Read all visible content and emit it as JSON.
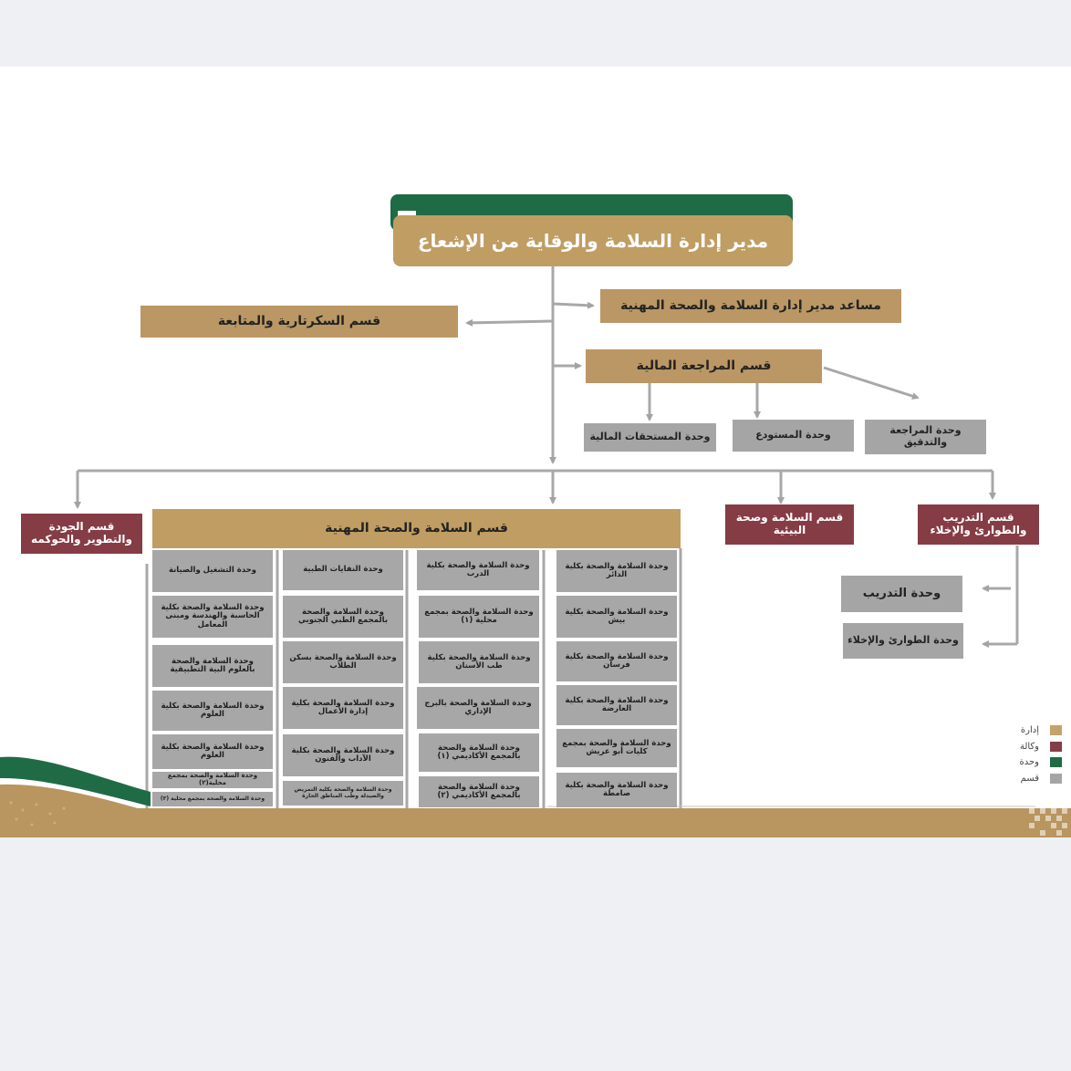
{
  "director": {
    "title": "مدير إدارة السلامة والوقاية من الإشعاع"
  },
  "assistant": {
    "title": "مساعد مدير إدارة السلامة والصحة المهنية"
  },
  "secretariat": {
    "title": "قسم السكرتارية والمتابعة"
  },
  "finance": {
    "title": "قسم المراجعة المالية",
    "units": [
      "وحدة المستحقات المالية",
      "وحدة المستودع",
      "وحدة المراجعة والتدقيق"
    ]
  },
  "quality": {
    "title": "قسم الجودة والتطوير والحوكمه"
  },
  "env_safety": {
    "title": "قسم السلامة وصحة البيئية"
  },
  "training": {
    "title": "قسم التدريب والطوارئ والإخلاء",
    "units": [
      "وحدة التدريب",
      "وحدة الطوارئ والإخلاء"
    ]
  },
  "ohs": {
    "title": "قسم السلامة والصحة المهنية",
    "columns": [
      [
        "وحدة السلامة والصحة بكلية الدائر",
        "وحدة السلامة والصحة بكلية بيش",
        "وحدة السلامة والصحة بكلية فرسان",
        "وحدة السلامة والصحة بكلية العارضة",
        "وحدة السلامة والصحة بمجمع كليات أبو عريش",
        "وحدة السلامة والصحة بكلية صامطة"
      ],
      [
        "وحدة السلامة والصحة بكلية الدرب",
        "وحدة السلامة والصحة بمجمع محلية (١)",
        "وحدة السلامة والصحة بكلية طب الأسنان",
        "وحدة السلامة والصحة بالبرج الإداري",
        "وحدة السلامة والصحة بالمجمع الأكاديمي (١)",
        "وحدة السلامة والصحة بالمجمع الأكاديمي (٢)"
      ],
      [
        "وحدة النفايات الطبية",
        "وحدة السلامة والصحة بالمجمع الطبي الجنوبي",
        "وحدة السلامة والصحة بسكن الطلاب",
        "وحدة السلامة والصحة بكلية إدارة الأعمال",
        "وحدة السلامة والصحة بكلية الآداب والفنون",
        "وحدة السلامة والصحة بكلية التمريض والصيدلة وطب المناطق الحارة"
      ],
      [
        "وحدة التشغيل والصيانة",
        "وحدة السلامة والصحة بكلية الحاسبة والهندسة ومبنى المعامل",
        "وحدة السلامة والصحة بالعلوم البية التطبيقية",
        "وحدة السلامة والصحة بكلية العلوم",
        "وحدة السلامة والصحة بكلية العلوم",
        "وحدة السلامة والصحة بمجمع محلية(٢)",
        "وحدة السلامة والصحة بمجمع محلية (٣)"
      ]
    ]
  },
  "legend": {
    "items": [
      {
        "label": "إدارة",
        "color": "#c4a26a"
      },
      {
        "label": "وكالة",
        "color": "#853c45"
      },
      {
        "label": "وحدة",
        "color": "#1f6b45"
      },
      {
        "label": "قسم",
        "color": "#a5a5a5"
      }
    ]
  },
  "colors": {
    "tan": "#ba9764",
    "maroon": "#853c45",
    "green": "#1f6b45",
    "gray": "#a5a5a5"
  }
}
